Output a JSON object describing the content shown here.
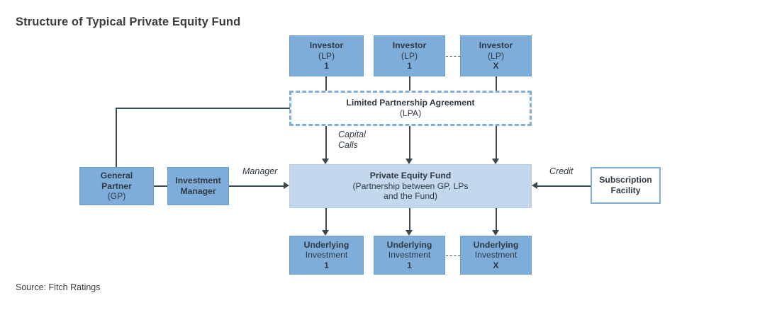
{
  "header": {
    "title": "Structure of Typical Private Equity Fund"
  },
  "footer": {
    "source": "Source: Fitch Ratings"
  },
  "colors": {
    "node_fill": "#7fadd9",
    "fund_fill": "#c3d8ec",
    "accent_border": "#7fadd9",
    "connector": "#3d4750",
    "text": "#2f3a45",
    "title_text": "#3c3c3c",
    "canvas": "#ffffff"
  },
  "diagram": {
    "type": "flowchart",
    "investors": [
      {
        "line1": "Investor",
        "line2": "(LP)",
        "line3": "1"
      },
      {
        "line1": "Investor",
        "line2": "(LP)",
        "line3": "1"
      },
      {
        "line1": "Investor",
        "line2": "(LP)",
        "line3": "X"
      }
    ],
    "lpa": {
      "line1": "Limited Partnership Agreement",
      "line2": "(LPA)"
    },
    "general_partner": {
      "line1": "General",
      "line2": "Partner",
      "line3": "(GP)"
    },
    "investment_manager": {
      "line1": "Investment",
      "line2": "Manager"
    },
    "fund": {
      "line1": "Private Equity Fund",
      "line2": "(Partnership between GP, LPs",
      "line3": "and the Fund)"
    },
    "subscription_facility": {
      "line1": "Subscription",
      "line2": "Facility"
    },
    "investments": [
      {
        "line1": "Underlying",
        "line2": "Investment",
        "line3": "1"
      },
      {
        "line1": "Underlying",
        "line2": "Investment",
        "line3": "1"
      },
      {
        "line1": "Underlying",
        "line2": "Investment",
        "line3": "X"
      }
    ],
    "edge_labels": {
      "capital_calls": "Capital\nCalls",
      "manager": "Manager",
      "credit": "Credit"
    }
  }
}
